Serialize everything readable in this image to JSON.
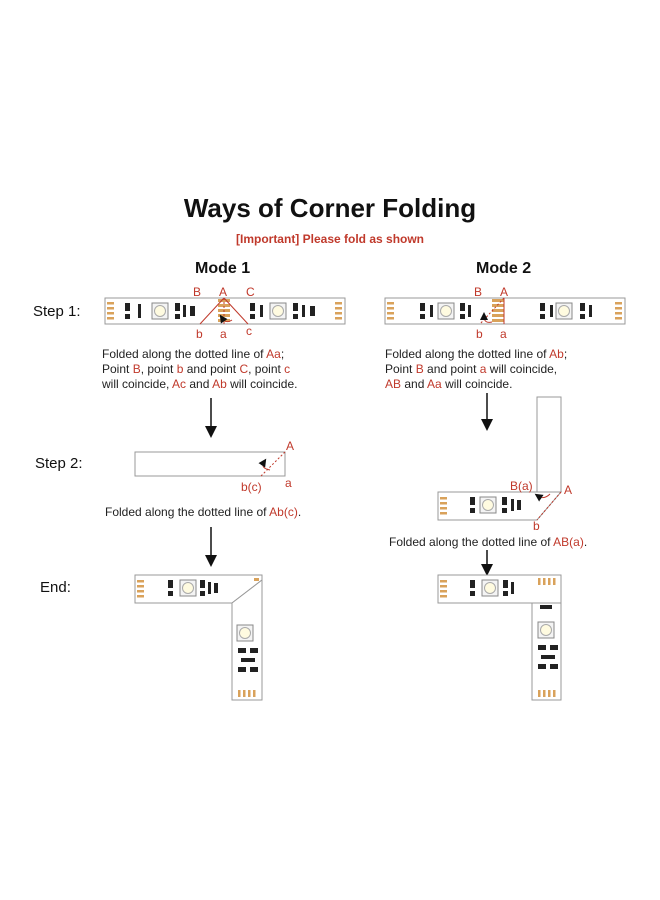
{
  "title": "Ways of Corner Folding",
  "subtitle": "[Important] Please fold as shown",
  "steps": {
    "step1": "Step 1:",
    "step2": "Step 2:",
    "end": "End:"
  },
  "mode1": {
    "label": "Mode 1",
    "labels": {
      "B": "B",
      "A": "A",
      "C": "C",
      "b": "b",
      "a": "a",
      "c": "c",
      "A2": "A",
      "bc": "b(c)",
      "a2": "a"
    },
    "desc1": {
      "l1_pre": "Folded along the dotted line of ",
      "l1_red": "Aa",
      "l1_post": ";",
      "l2_pre": "Point ",
      "l2_B": "B",
      "l2_mid1": ", point ",
      "l2_b": "b",
      "l2_mid2": " and point ",
      "l2_C": "C",
      "l2_mid3": ", point ",
      "l2_c": "c",
      "l3_pre": "will coincide, ",
      "l3_Ac": "Ac",
      "l3_mid": " and ",
      "l3_Ab": "Ab",
      "l3_post": " will coincide."
    },
    "desc2": {
      "pre": "Folded along the dotted line of ",
      "red": "Ab(c)",
      "post": "."
    }
  },
  "mode2": {
    "label": "Mode 2",
    "labels": {
      "B": "B",
      "A": "A",
      "b": "b",
      "a": "a",
      "Ba": "B(a)",
      "A2": "A",
      "b2": "b"
    },
    "desc1": {
      "l1_pre": "Folded along the dotted line of ",
      "l1_red": "Ab",
      "l1_post": ";",
      "l2_pre": "Point ",
      "l2_B": "B",
      "l2_mid": " and point ",
      "l2_a": "a",
      "l2_post": " will coincide,",
      "l3_AB": "AB",
      "l3_mid": " and ",
      "l3_Aa": "Aa",
      "l3_post": " will coincide."
    },
    "desc2": {
      "pre": "Folded along the dotted line of ",
      "red": "AB(a)",
      "post": "."
    }
  },
  "colors": {
    "accent": "#c0392b",
    "pad": "#d9a25b",
    "strip_border": "#999999"
  }
}
